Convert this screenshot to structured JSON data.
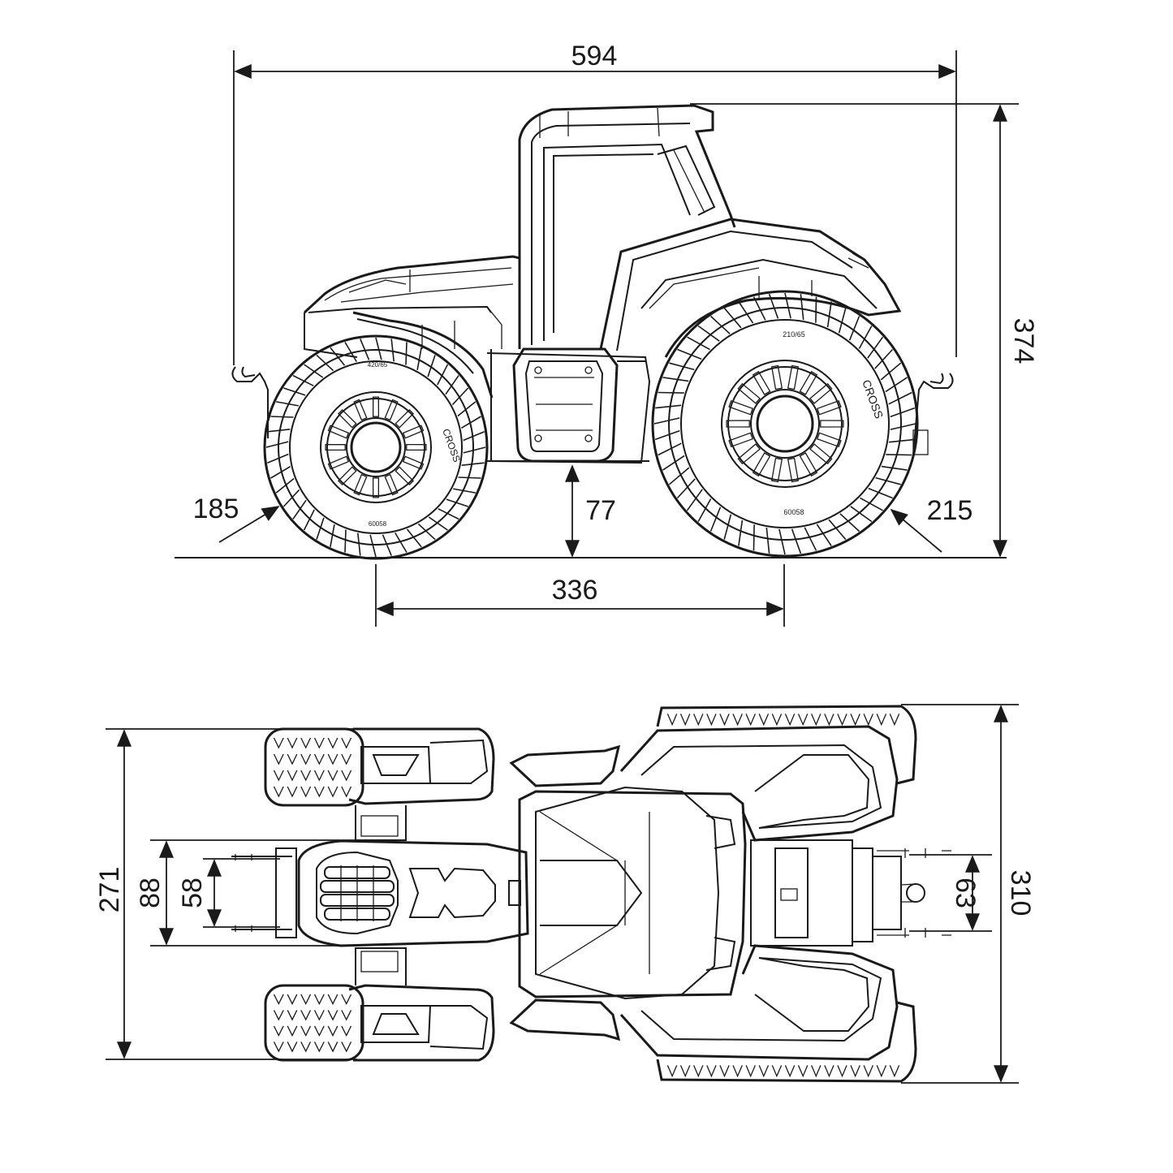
{
  "side_view": {
    "overall_length": "594",
    "overall_height": "374",
    "front_tire": "185",
    "ground_clearance": "77",
    "rear_tire": "215",
    "wheelbase": "336",
    "front_tire_label": "420/65",
    "rear_tire_label": "210/65",
    "tire_brand": "CROSS",
    "tire_code": "60058"
  },
  "top_view": {
    "front_width": "271",
    "front_dim_a": "88",
    "front_dim_b": "58",
    "rear_width": "310",
    "rear_hitch": "63"
  },
  "colors": {
    "line": "#1a1a1a",
    "background": "#ffffff"
  }
}
